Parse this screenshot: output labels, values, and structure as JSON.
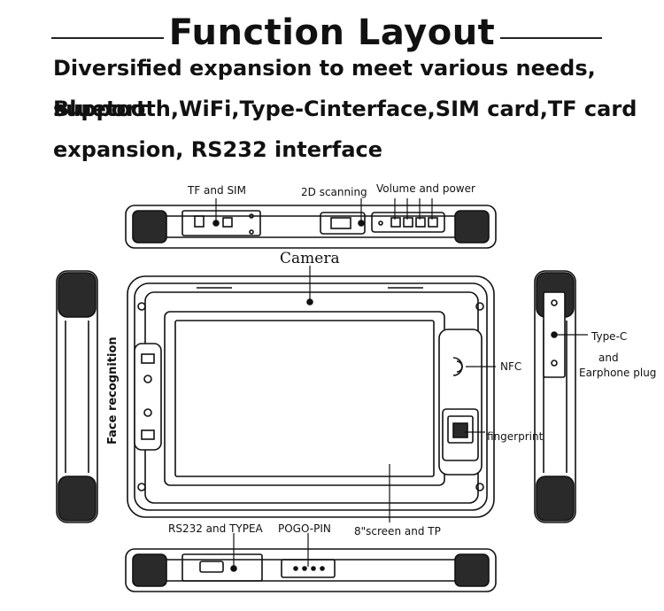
{
  "title": "Function Layout",
  "subtitle": {
    "line1": "Diversified expansion to meet various needs, support",
    "line2": "Bluetooth,WiFi,Type-Cinterface,SIM card,TF card",
    "line3": "expansion, RS232 interface"
  },
  "labels": {
    "tf_sim": "TF and SIM",
    "scanning": "2D scanning",
    "volume_power": "Volume and  power",
    "camera": "Camera",
    "face_recognition": "Face recognition",
    "nfc": "NFC",
    "fingerprint": "fingerprint",
    "type_c": "Type-C",
    "and": "and",
    "earphone": "Earphone plug",
    "rs232": "RS232 and  TYPEA",
    "pogo": "POGO-PIN",
    "screen": "8\"screen and TP"
  }
}
